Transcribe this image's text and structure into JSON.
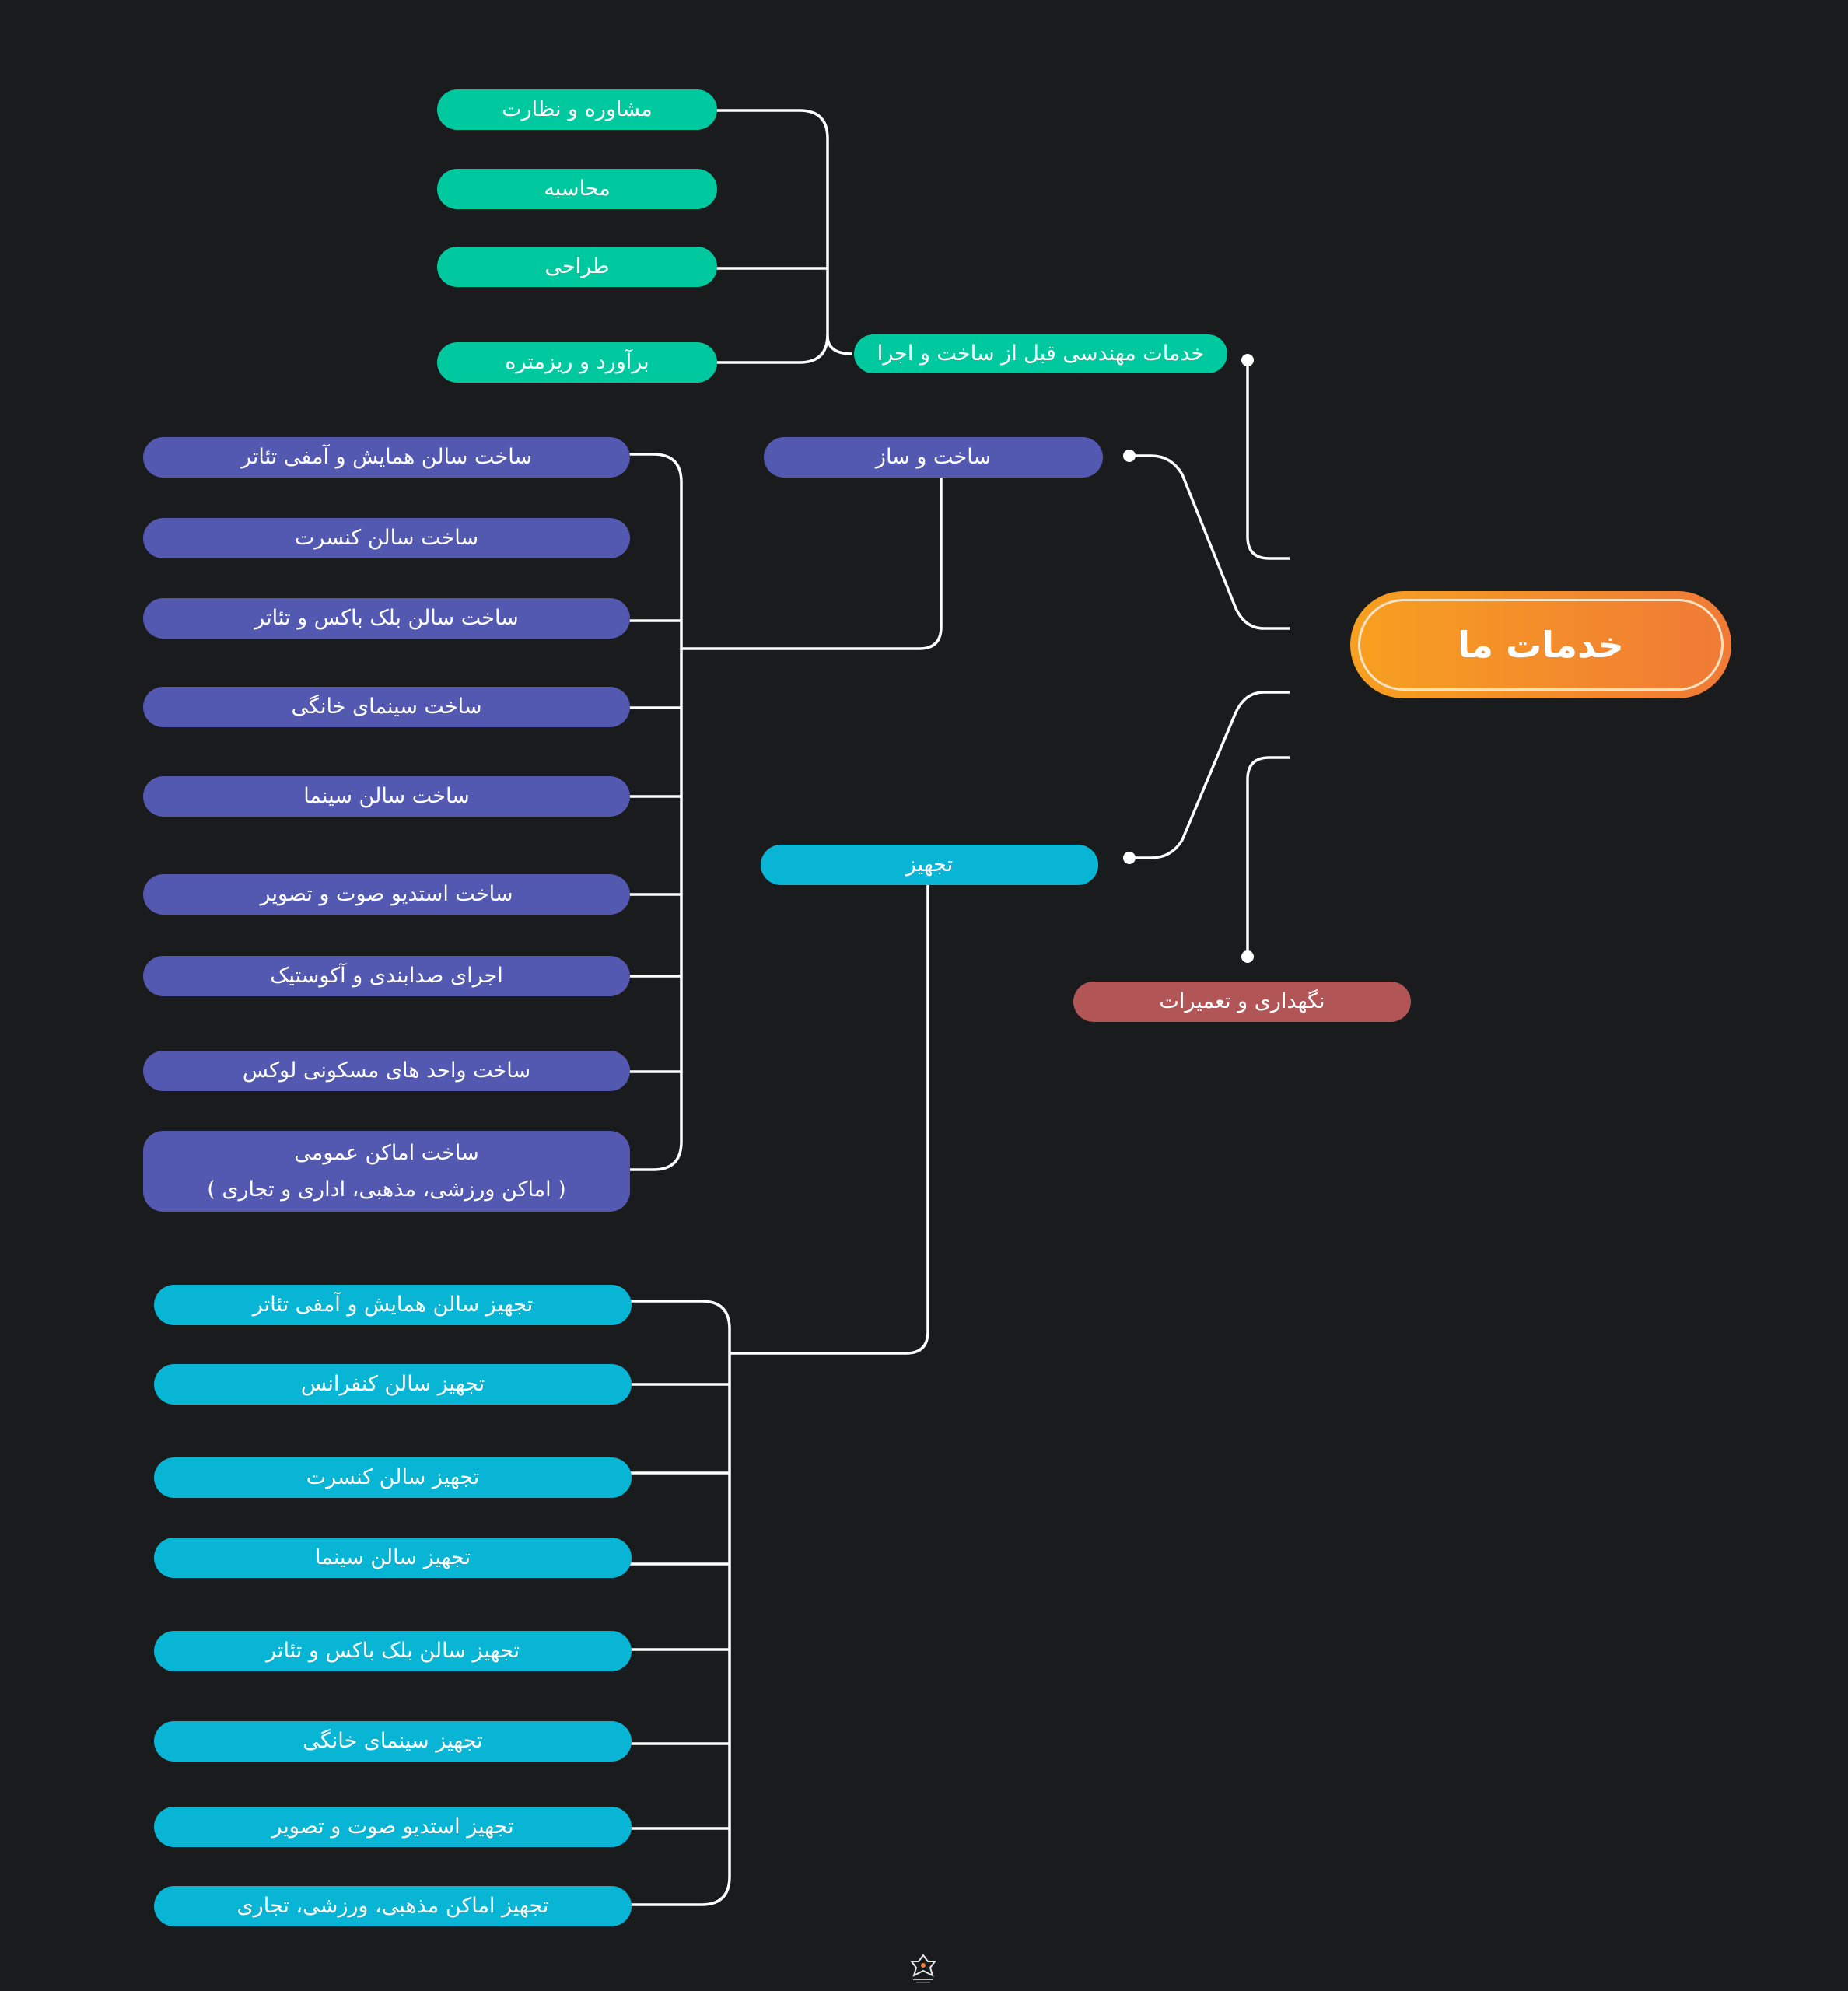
{
  "root": {
    "label": "خدمات ما"
  },
  "branches": {
    "pre_engineering": {
      "label": "خدمات مهندسی قبل از ساخت و اجرا",
      "children": [
        "مشاوره و نظارت",
        "محاسبه",
        "طراحی",
        "برآورد و ریزمتره"
      ]
    },
    "construction": {
      "label": "ساخت و ساز",
      "children": [
        "ساخت سالن همایش و آمفی تئاتر",
        "ساخت سالن کنسرت",
        "ساخت سالن بلک باکس و تئاتر",
        "ساخت سینمای خانگی",
        "ساخت سالن سینما",
        "ساخت استدیو صوت و تصویر",
        "اجرای صدابندی و آکوستیک",
        "ساخت واحد های مسکونی لوکس"
      ],
      "public_places": {
        "line1": "ساخت اماکن عمومی",
        "line2": "( اماکن ورزشی، مذهبی، اداری و تجاری )"
      }
    },
    "equipping": {
      "label": "تجهیز",
      "children": [
        "تجهیز سالن همایش و آمفی تئاتر",
        "تجهیز سالن کنفرانس",
        "تجهیز سالن کنسرت",
        "تجهیز سالن سینما",
        "تجهیز سالن بلک باکس و تئاتر",
        "تجهیز سینمای خانگی",
        "تجهیز استدیو صوت و تصویر",
        "تجهیز اماکن مذهبی، ورزشی، تجاری"
      ]
    },
    "maintenance": {
      "label": "نگهداری و تعمیرات"
    }
  },
  "colors": {
    "background": "#1a1b1d",
    "root": "#f7a020",
    "pre_engineering": "#00c99f",
    "construction": "#5359b1",
    "equipping": "#08b5d4",
    "maintenance": "#b25557",
    "connector": "#ffffff"
  },
  "icons": {
    "logo": "company-logo-icon"
  }
}
